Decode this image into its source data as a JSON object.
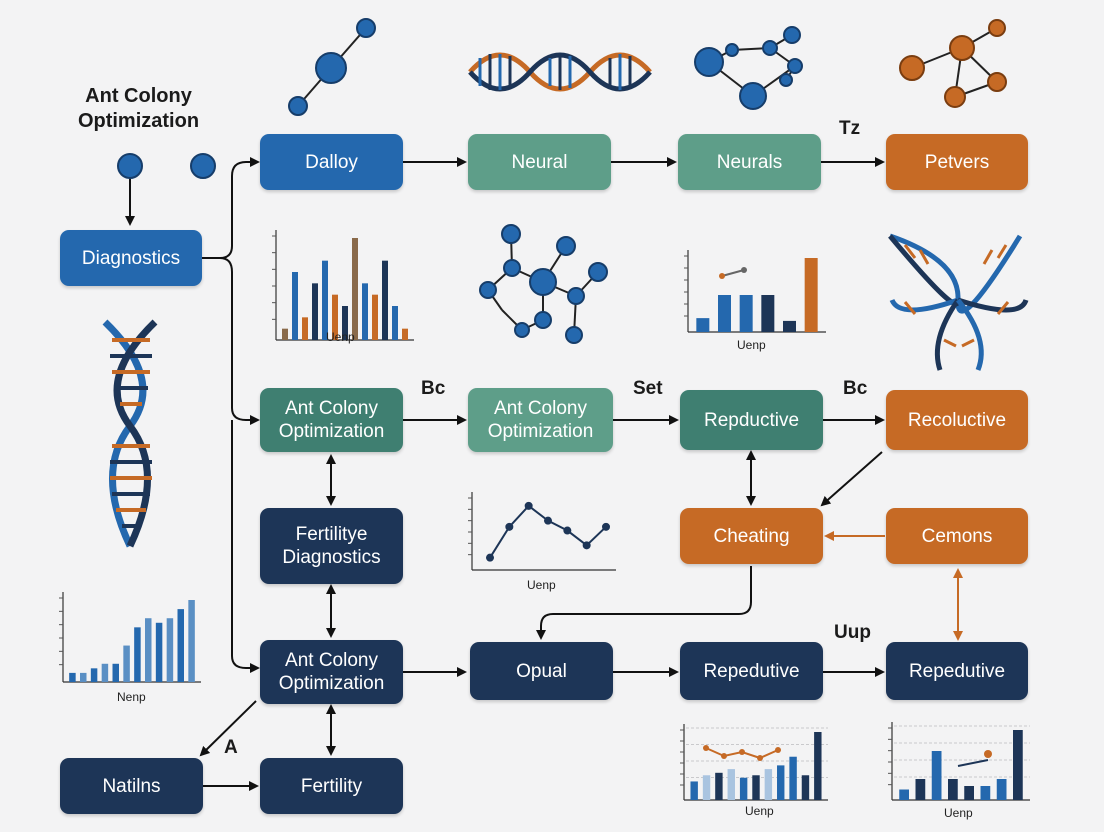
{
  "header": {
    "title": "Ant Colony\nOptimization"
  },
  "nodes": {
    "diagnostics": "Diagnostics",
    "dalloy": "Dalloy",
    "neural": "Neural",
    "neurals": "Neurals",
    "petvers": "Petvers",
    "aco_mid_left": "Ant Colony\nOptimization",
    "aco_mid_center": "Ant Colony\nOptimization",
    "repductive": "Repductive",
    "recoluctive": "Recoluctive",
    "fertility_diagnostics": "Fertilitye\nDiagnostics",
    "cheating": "Cheating",
    "cemons": "Cemons",
    "aco_low": "Ant Colony\nOptimization",
    "opual": "Opual",
    "repedutive_center": "Repedutive",
    "repedutive_right": "Repedutive",
    "natilns": "Natilns",
    "fertility": "Fertility"
  },
  "edge_labels": {
    "tz": "Tz",
    "bc_left": "Bc",
    "set": "Set",
    "bc_right": "Bc",
    "uup": "Uup",
    "a": "A"
  },
  "charts": {
    "upper_left": {
      "caption": "Uenp"
    },
    "upper_right": {
      "caption": "Uenp"
    },
    "middle": {
      "caption": "Uenp"
    },
    "lower_left": {
      "caption": "Nenp"
    },
    "bottom_center": {
      "caption": "Uenp"
    },
    "bottom_right": {
      "caption": "Uenp"
    }
  },
  "chart_data": [
    {
      "type": "bar",
      "xlabel": "Uenp",
      "series": [
        {
          "values": [
            1,
            6,
            2,
            5,
            7,
            4,
            3,
            9,
            5,
            4,
            7,
            3,
            1
          ]
        }
      ]
    },
    {
      "type": "bar",
      "xlabel": "Uenp",
      "series": [
        {
          "values": [
            1.5,
            4,
            4,
            4,
            1.2,
            8
          ]
        }
      ]
    },
    {
      "type": "line",
      "xlabel": "Uenp",
      "series": [
        {
          "values": [
            1,
            3.5,
            5.2,
            4,
            3.2,
            2,
            3.5
          ]
        }
      ]
    },
    {
      "type": "bar",
      "xlabel": "Nenp",
      "series": [
        {
          "values": [
            1,
            1,
            1.5,
            2,
            2,
            4,
            6,
            7,
            6.5,
            7,
            8,
            9
          ]
        }
      ]
    },
    {
      "type": "bar",
      "xlabel": "Uenp",
      "series": [
        {
          "values": [
            1.5,
            2,
            2.2,
            2.5,
            1.8,
            2,
            2.5,
            2.8,
            3.5,
            2,
            5.5
          ]
        }
      ]
    },
    {
      "type": "bar",
      "xlabel": "Uenp",
      "series": [
        {
          "values": [
            1.5,
            3,
            7,
            3,
            2,
            2,
            3,
            10
          ]
        }
      ]
    }
  ],
  "colors": {
    "blue": "#2468ae",
    "teal": "#3f7f71",
    "sage": "#5e9e89",
    "orange": "#c66a25",
    "navy": "#1d3557"
  }
}
